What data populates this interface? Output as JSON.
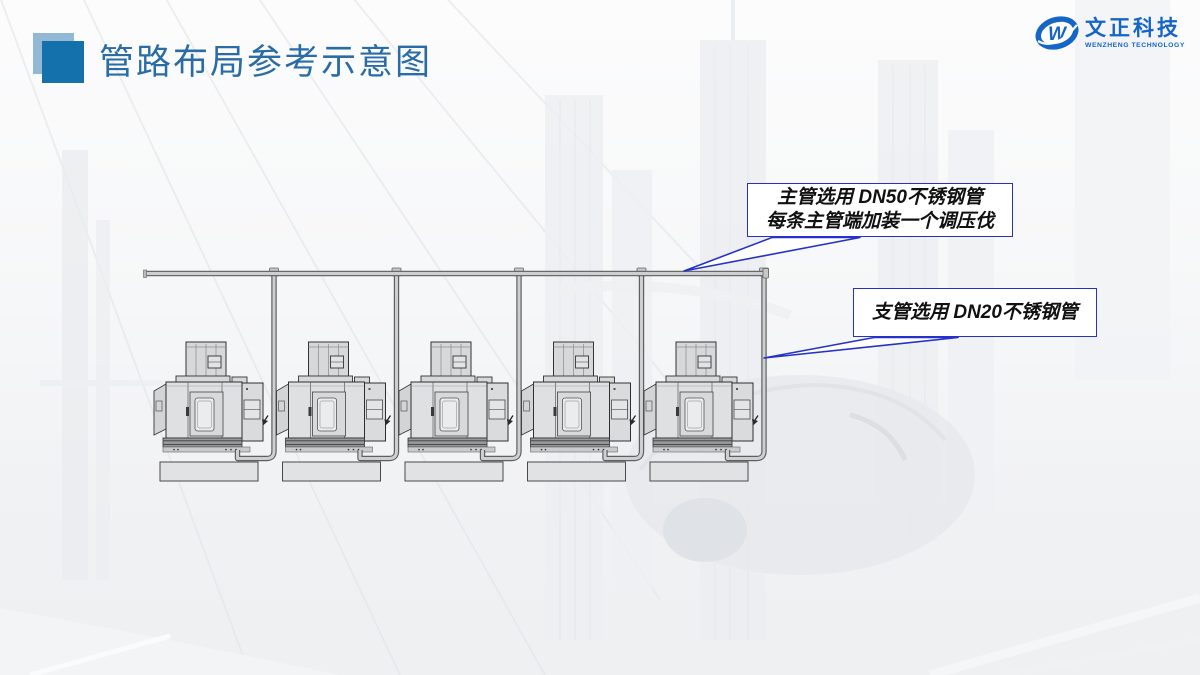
{
  "slide": {
    "title": "管路布局参考示意图",
    "logo": {
      "name": "文正科技",
      "subtitle": "WENZHENG TECHNOLOGY",
      "icon_letter": "W",
      "color": "#1565c6"
    },
    "callouts": [
      {
        "id": "main-pipe-note",
        "lines": [
          "主管选用 DN50不锈钢管",
          "每条主管端加装一个调压伐"
        ],
        "points_to": "main-pipe"
      },
      {
        "id": "branch-pipe-note",
        "lines": [
          "支管选用 DN20不锈钢管"
        ],
        "points_to": "branch-pipe"
      }
    ],
    "diagram": {
      "machine_count": 5,
      "main_pipe": "DN50",
      "branch_pipe": "DN20"
    },
    "colors": {
      "title_blue": "#2a6ca6",
      "accent_front": "#1471ac",
      "accent_back": "#93b8d4",
      "logo_blue": "#1565c6",
      "callout_border": "#2531c8",
      "callout_text": "#111111",
      "machine_fill": "#dee0e2",
      "machine_outline": "#2f2f2f",
      "pipe_fill": "#cdcfd1",
      "pipe_outline": "#5f5f5f"
    }
  }
}
